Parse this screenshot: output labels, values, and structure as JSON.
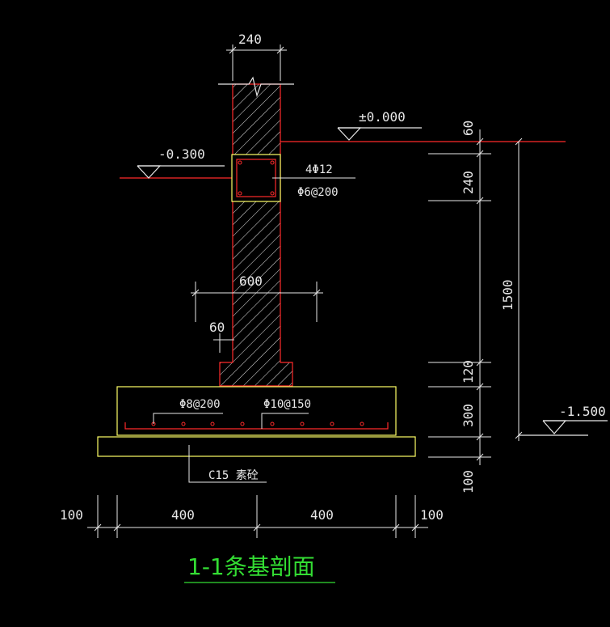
{
  "title": "1-1条基剖面",
  "colors": {
    "background": "#000000",
    "outline": "#e8e8e8",
    "cut_line": "#ff2a2a",
    "beam_box": "#ffff66",
    "title": "#33dd33"
  },
  "elevations": {
    "ground": "±0.000",
    "indoor": "-0.300",
    "footing_bottom": "-1.500"
  },
  "wall": {
    "thickness": "240",
    "step_width": "600",
    "step_offset": "60"
  },
  "ground_beam": {
    "main_bars": "4Φ12",
    "stirrups": "Φ6@200"
  },
  "footing": {
    "longitudinal_bars": "Φ8@200",
    "transverse_bars": "Φ10@150",
    "bedding_note": "C15  素砼"
  },
  "vertical_dims": [
    "60",
    "240",
    "1500",
    "120",
    "300",
    "100"
  ],
  "horizontal_dims": {
    "left_overhang": "100",
    "left_half": "400",
    "right_half": "400",
    "right_overhang": "100"
  }
}
